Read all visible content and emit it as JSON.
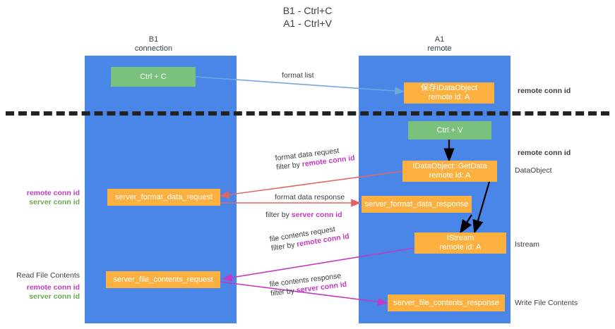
{
  "title": {
    "line1": "B1 - Ctrl+C",
    "line2": "A1 - Ctrl+V"
  },
  "columns": [
    {
      "name": "B1",
      "sub": "connection"
    },
    {
      "name": "A1",
      "sub": "remote"
    }
  ],
  "colors": {
    "lane": "#4a86e8",
    "green_box": "#7bc17e",
    "orange_box": "#fbb040",
    "remote_conn_id": "#c23ac2",
    "server_conn_id": "#6aa84f",
    "red_arrow": "#e06666",
    "blue_arrow": "#6fa8dc",
    "magenta_arrow": "#c23ac2",
    "black_arrow": "#000000",
    "divider": "#222222"
  },
  "boxes": {
    "ctrl_c": {
      "label": "Ctrl + C"
    },
    "ctrl_v": {
      "label": "Ctrl + V"
    },
    "idataobject": {
      "line1": "保存IDataObject",
      "line2": "remote id: A"
    },
    "getdata": {
      "line1": "IDataObject::GetData",
      "line2": "remote id: A"
    },
    "istream": {
      "line1": "IStream",
      "line2": "remote id: A"
    },
    "server_format_data_request": {
      "label": "server_format_data_request"
    },
    "server_format_data_response": {
      "label": "server_format_data_response"
    },
    "server_file_contents_request": {
      "label": "server_file_contents_request"
    },
    "server_file_contents_response": {
      "label": "server_file_contents_response"
    }
  },
  "arrow_labels": {
    "format_list": "format list",
    "format_data_request": "format data request",
    "format_data_request_filter_prefix": "filter by ",
    "format_data_request_filter_key": "remote conn id",
    "format_data_response": "format data response",
    "format_data_response_filter_prefix": "filter by ",
    "format_data_response_filter_key": "server conn id",
    "file_contents_request": "file contents request",
    "file_contents_request_filter_prefix": "filter by ",
    "file_contents_request_filter_key": "remote conn id",
    "file_contents_response": "file contents response",
    "file_contents_response_filter_prefix": "filter by ",
    "file_contents_response_filter_key": "server conn id"
  },
  "right_notes": {
    "remote_conn_id_top": "remote conn id",
    "remote_conn_id_mid": "remote conn id",
    "dataobject": "DataObject",
    "istream": "Istream",
    "write_file_contents": "Write File Contents"
  },
  "left_notes": {
    "remote_conn_id_a": "remote conn id",
    "server_conn_id_a": "server conn id",
    "read_file_contents": "Read File Contents",
    "remote_conn_id_b": "remote conn id",
    "server_conn_id_b": "server conn id"
  }
}
